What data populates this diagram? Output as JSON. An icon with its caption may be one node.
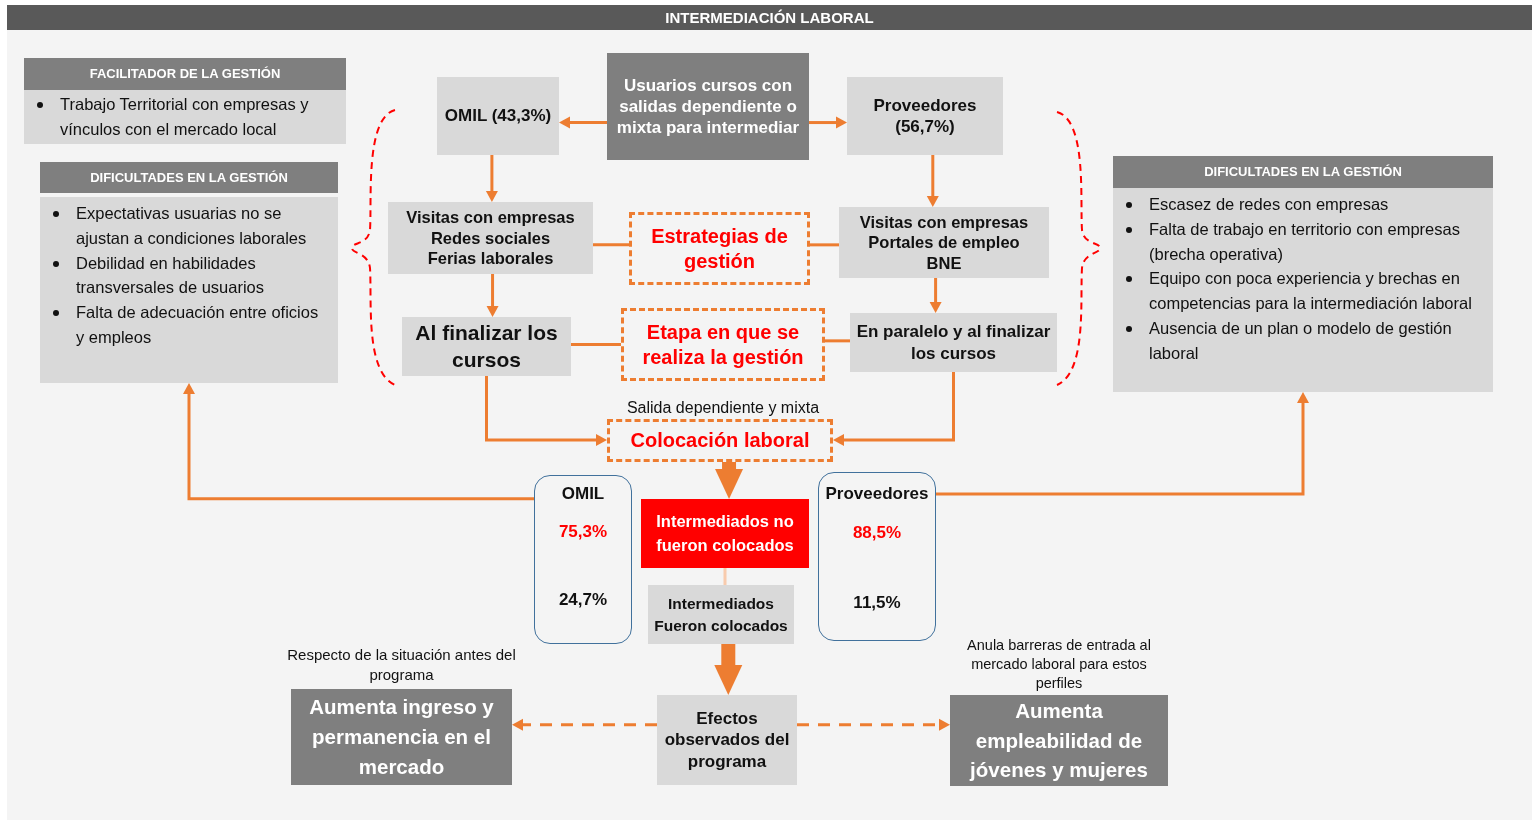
{
  "diagram": {
    "title": "INTERMEDIACIÓN LABORAL",
    "nodes": [
      {
        "text": [
          "FACILITADOR DE LA GESTIÓN",
          "Trabajo Territorial con empresas y vínculos con el mercado local"
        ]
      },
      {
        "text": [
          "DIFICULTADES EN LA GESTIÓN",
          "Expectativas usuarias no se ajustan a condiciones laborales",
          "Debilidad en habilidades transversales de usuarios",
          "Falta de adecuación entre oficios y empleos"
        ]
      },
      {
        "text": [
          "OMIL (43,3%)"
        ]
      },
      {
        "text": [
          "Usuarios cursos con salidas dependiente o mixta para intermediar"
        ]
      },
      {
        "text": [
          "Proveedores (56,7%)"
        ]
      },
      {
        "text": [
          "Visitas con empresas",
          "Redes sociales",
          "Ferias laborales"
        ]
      },
      {
        "text": [
          "Estrategias de gestión"
        ]
      },
      {
        "text": [
          "Visitas con empresas",
          "Portales de empleo",
          "BNE"
        ]
      },
      {
        "text": [
          "Al finalizar los cursos"
        ]
      },
      {
        "text": [
          "Etapa en que se realiza la gestión"
        ]
      },
      {
        "text": [
          "En paralelo y al finalizar los cursos"
        ]
      },
      {
        "text": [
          "DIFICULTADES EN LA GESTIÓN",
          "Escasez de redes con empresas",
          "Falta de trabajo en territorio con empresas (brecha operativa)",
          "Equipo con poca experiencia y brechas en competencias para la intermediación laboral",
          "Ausencia de un plan o modelo de gestión laboral"
        ]
      },
      {
        "text": [
          "Colocación laboral"
        ],
        "beside": [
          "Salida dependiente y mixta"
        ]
      },
      {
        "text": [
          "OMIL",
          "75,3%",
          "24,7%"
        ]
      },
      {
        "text": [
          "Intermediados no fueron colocados"
        ]
      },
      {
        "text": [
          "Intermediados Fueron colocados"
        ]
      },
      {
        "text": [
          "Proveedores",
          "88,5%",
          "11,5%"
        ]
      },
      {
        "text": [
          "Aumenta ingreso y permanencia en el mercado"
        ],
        "beside": [
          "Respecto de la situación antes del programa"
        ]
      },
      {
        "text": [
          "Efectos observados del programa"
        ]
      },
      {
        "text": [
          "Aumenta empleabilidad de jóvenes y mujeres"
        ],
        "beside": [
          "Anula barreras de entrada al mercado laboral para estos perfiles"
        ]
      }
    ],
    "edges": [
      {
        "from": 3,
        "to": 2,
        "arrow": "to"
      },
      {
        "from": 3,
        "to": 4,
        "arrow": "to"
      },
      {
        "from": 2,
        "to": 5,
        "arrow": "to"
      },
      {
        "from": 5,
        "to": 8,
        "arrow": "to"
      },
      {
        "from": 4,
        "to": 7,
        "arrow": "to"
      },
      {
        "from": 7,
        "to": 10,
        "arrow": "to"
      },
      {
        "from": 6,
        "to": 5,
        "arrow": "none"
      },
      {
        "from": 6,
        "to": 7,
        "arrow": "none"
      },
      {
        "from": 9,
        "to": 8,
        "arrow": "none"
      },
      {
        "from": 9,
        "to": 10,
        "arrow": "none"
      },
      {
        "from": 8,
        "to": 12,
        "arrow": "to"
      },
      {
        "from": 10,
        "to": 12,
        "arrow": "to"
      },
      {
        "from": 12,
        "to": 14,
        "arrow": "to",
        "style": "thick"
      },
      {
        "from": 14,
        "to": 15,
        "arrow": "none",
        "color": "#f8cbad"
      },
      {
        "from": 15,
        "to": 18,
        "arrow": "to",
        "style": "thick"
      },
      {
        "from": 18,
        "to": 17,
        "arrow": "to",
        "style": "dashed"
      },
      {
        "from": 18,
        "to": 19,
        "arrow": "to",
        "style": "dashed"
      },
      {
        "from": 13,
        "to": 1,
        "arrow": "to"
      },
      {
        "from": 16,
        "to": 11,
        "arrow": "to"
      }
    ]
  }
}
